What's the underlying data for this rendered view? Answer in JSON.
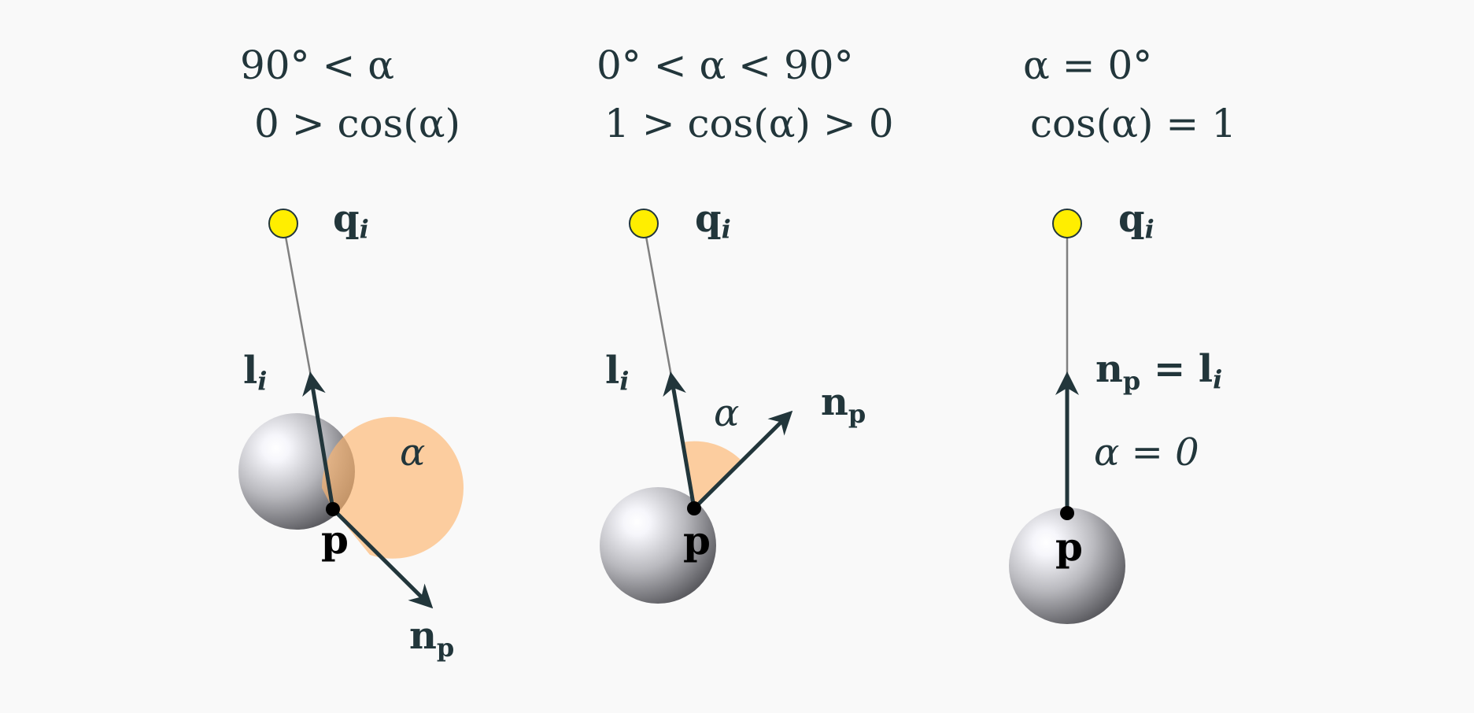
{
  "panels": [
    {
      "condition_1": "90° < α",
      "condition_2": "0 > cos(α)",
      "light_label": "q",
      "light_sub": "i",
      "light_dir_label": "l",
      "light_dir_sub": "i",
      "normal_label": "n",
      "normal_sub": "p",
      "point_label": "p",
      "angle_label": "α"
    },
    {
      "condition_1": "0° < α < 90°",
      "condition_2": "1 > cos(α) > 0",
      "light_label": "q",
      "light_sub": "i",
      "light_dir_label": "l",
      "light_dir_sub": "i",
      "normal_label": "n",
      "normal_sub": "p",
      "point_label": "p",
      "angle_label": "α"
    },
    {
      "condition_1": "α = 0°",
      "condition_2": "cos(α) = 1",
      "light_label": "q",
      "light_sub": "i",
      "normal_eq_main": "n",
      "normal_eq_sub": "p",
      "normal_eq_mid": " = l",
      "normal_eq_sub2": "i",
      "point_label": "p",
      "angle_label": "α = 0"
    }
  ],
  "colors": {
    "background": "#f9f9f9",
    "ink": "#22363b",
    "light_source": "#ffee00",
    "angle_fill": "#fdb66e",
    "line": "#808080"
  }
}
